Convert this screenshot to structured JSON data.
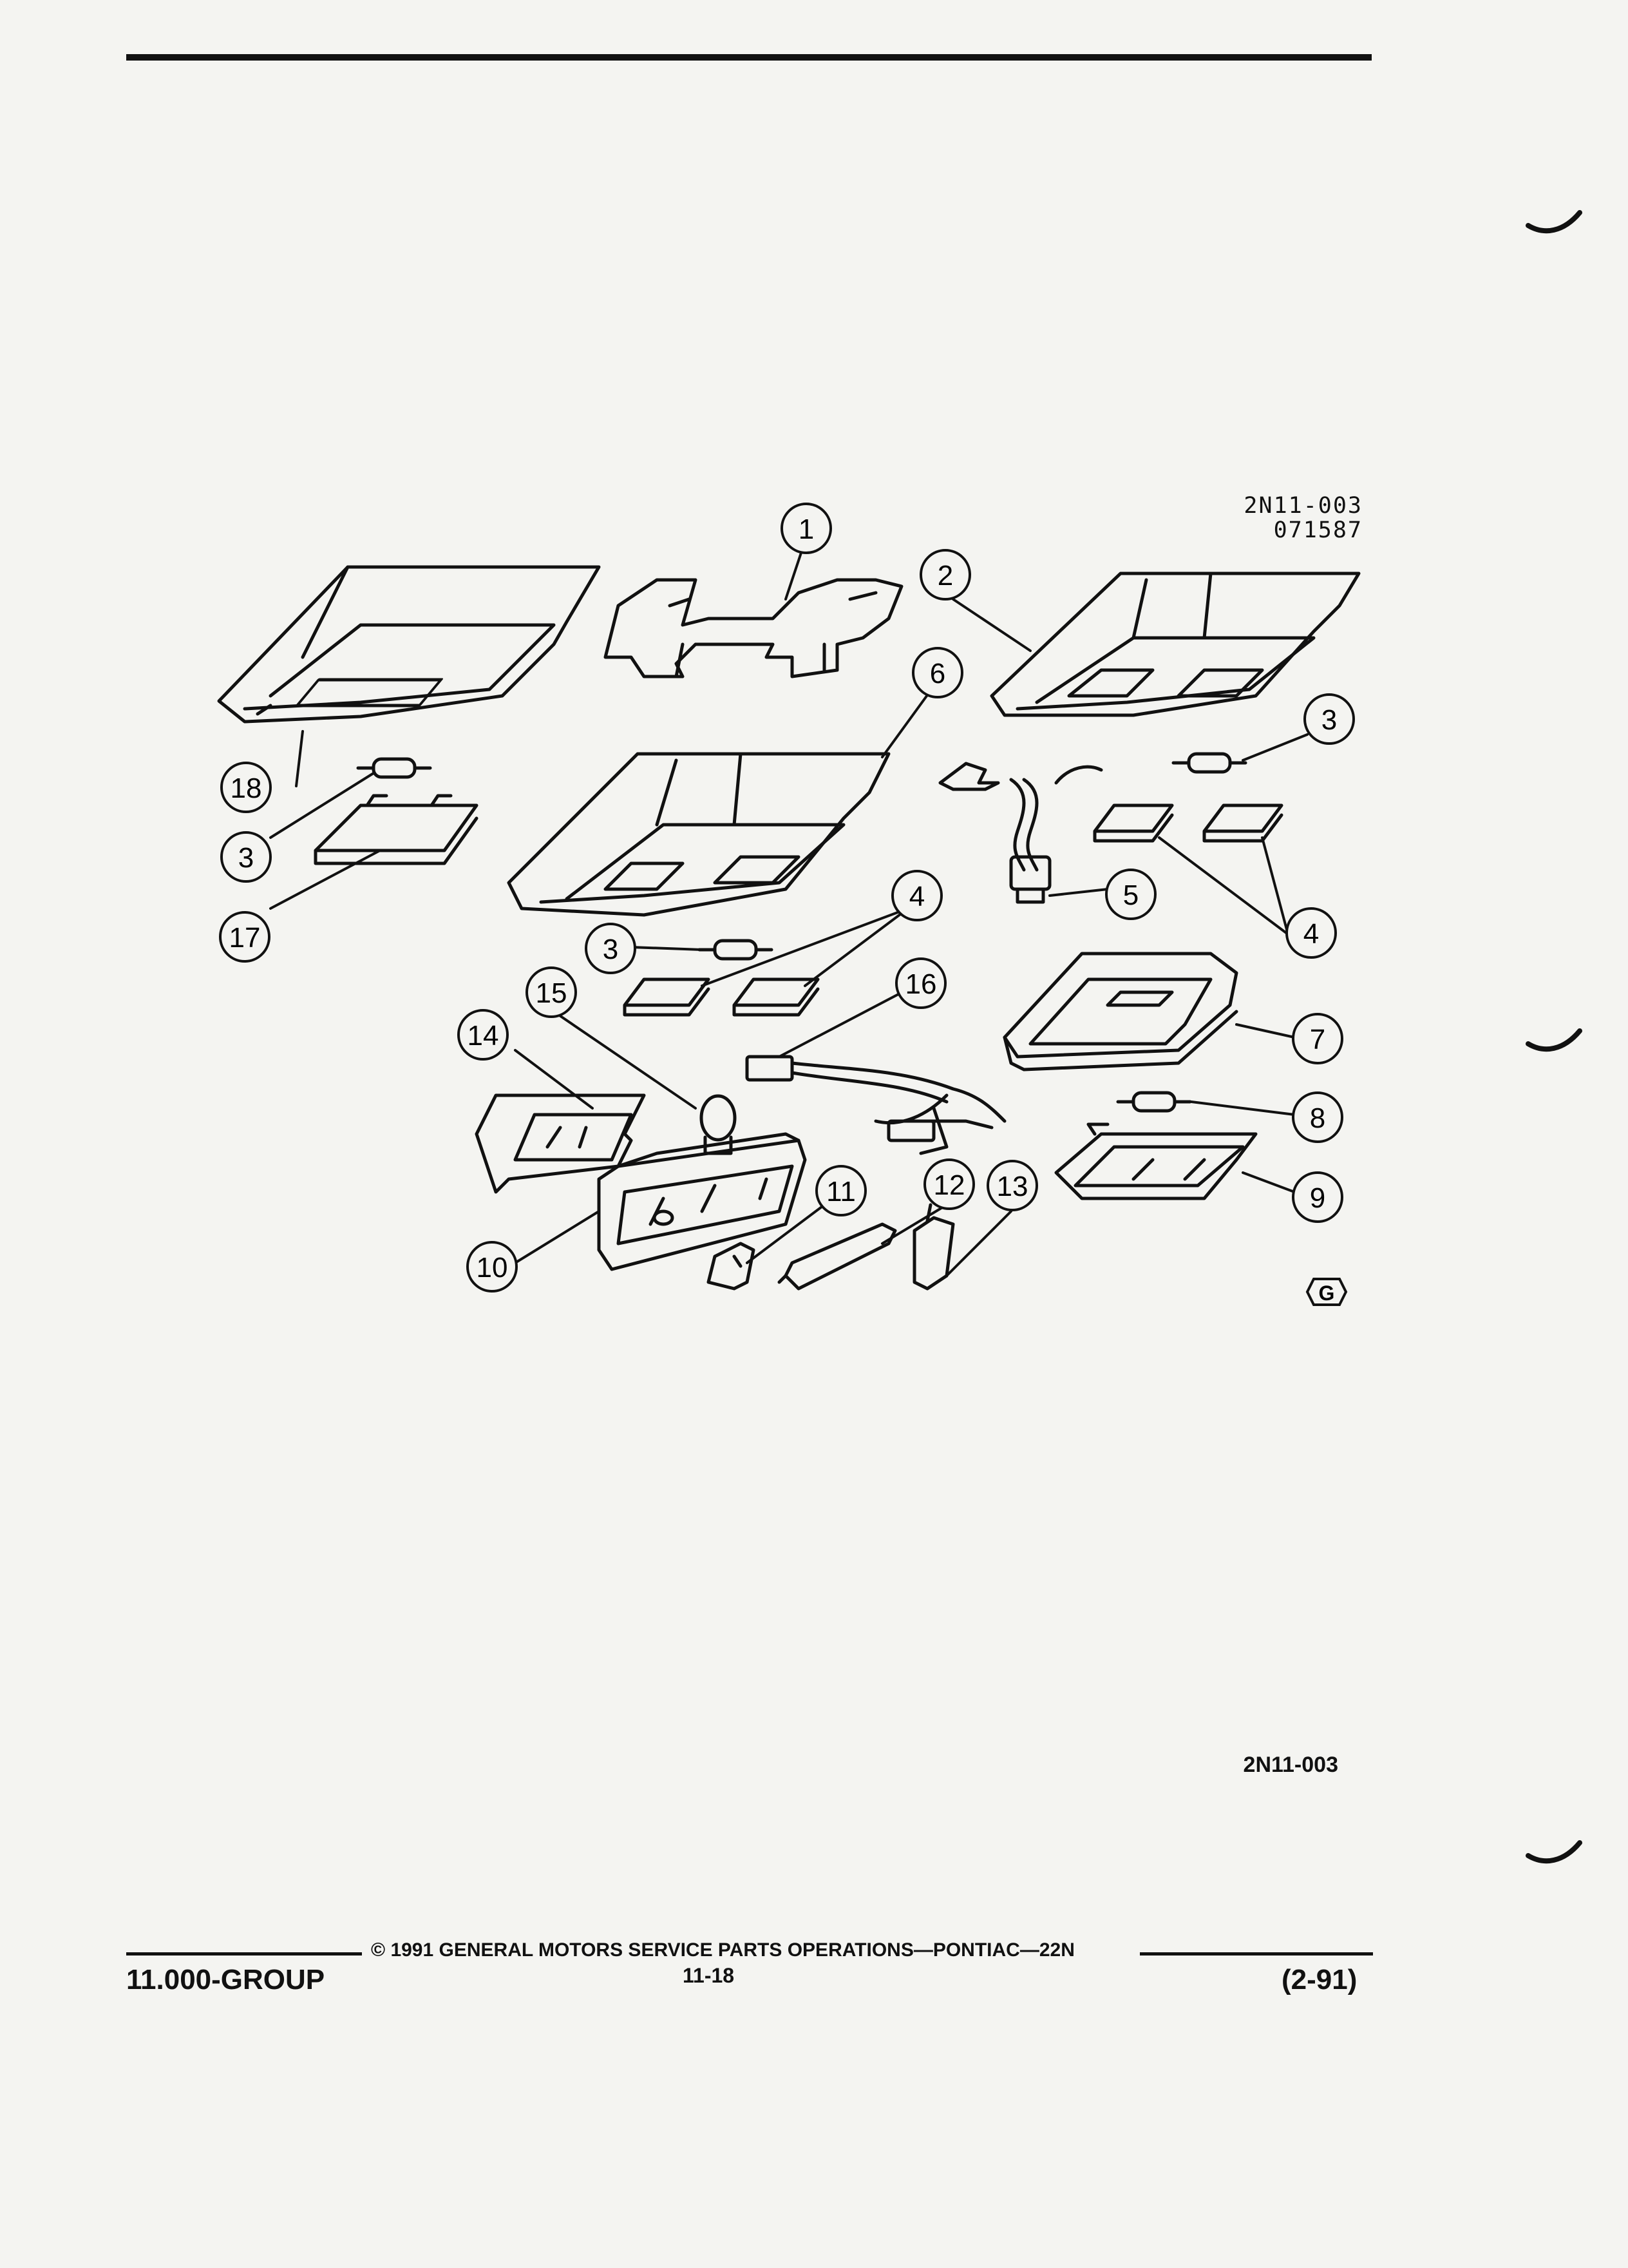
{
  "figure": {
    "code_line1": "2N11-003",
    "code_line2": "071587",
    "reference": "2N11-003",
    "corner_mark": "G"
  },
  "callouts": [
    {
      "id": "c1",
      "label": "1"
    },
    {
      "id": "c2",
      "label": "2"
    },
    {
      "id": "c3a",
      "label": "3"
    },
    {
      "id": "c3b",
      "label": "3"
    },
    {
      "id": "c3c",
      "label": "3"
    },
    {
      "id": "c4a",
      "label": "4"
    },
    {
      "id": "c4b",
      "label": "4"
    },
    {
      "id": "c5",
      "label": "5"
    },
    {
      "id": "c6",
      "label": "6"
    },
    {
      "id": "c7",
      "label": "7"
    },
    {
      "id": "c8",
      "label": "8"
    },
    {
      "id": "c9",
      "label": "9"
    },
    {
      "id": "c10",
      "label": "10"
    },
    {
      "id": "c11",
      "label": "11"
    },
    {
      "id": "c12",
      "label": "12"
    },
    {
      "id": "c13",
      "label": "13"
    },
    {
      "id": "c14",
      "label": "14"
    },
    {
      "id": "c15",
      "label": "15"
    },
    {
      "id": "c16",
      "label": "16"
    },
    {
      "id": "c17",
      "label": "17"
    },
    {
      "id": "c18",
      "label": "18"
    }
  ],
  "footer": {
    "group": "11.000-GROUP",
    "copyright": "© 1991 GENERAL MOTORS SERVICE PARTS OPERATIONS—PONTIAC—22N",
    "page": "11-18",
    "date": "(2-91)"
  }
}
